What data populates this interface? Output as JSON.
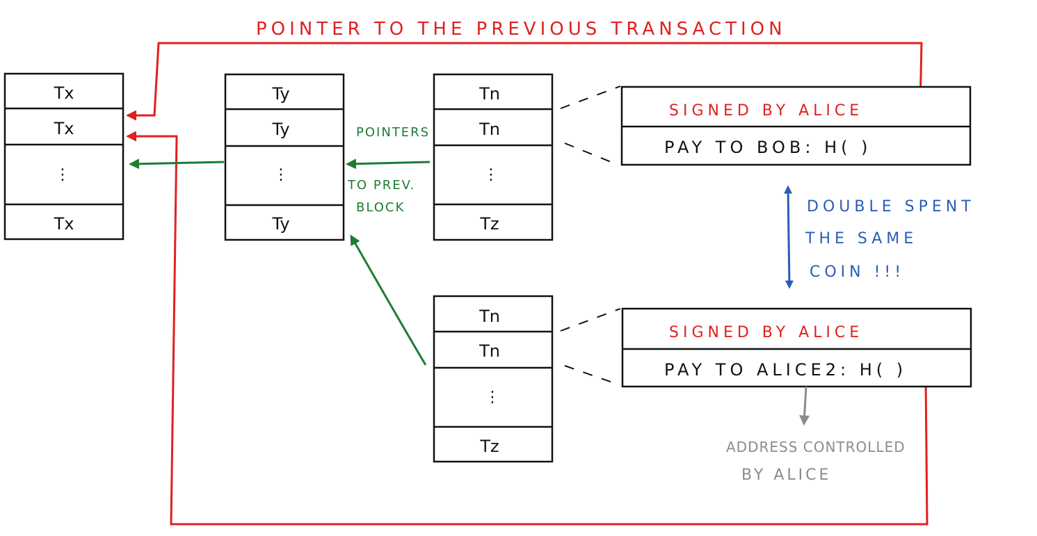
{
  "colors": {
    "red": "#e02020",
    "green": "#1e7b32",
    "blue": "#2a5cb8",
    "gray": "#8c8c8c",
    "ink": "#111111"
  },
  "title_annotation": "POINTER TO THE PREVIOUS TRANSACTION",
  "blocks": {
    "block_x": {
      "rows": [
        "Tx",
        "Tx",
        "⋮",
        "Tx"
      ]
    },
    "block_y": {
      "rows": [
        "Ty",
        "Ty",
        "⋮",
        "Ty"
      ]
    },
    "block_top": {
      "rows": [
        "Tn",
        "Tn",
        "⋮",
        "Tz"
      ]
    },
    "block_bottom": {
      "rows": [
        "Tn",
        "Tn",
        "⋮",
        "Tz"
      ]
    }
  },
  "pointer_label": {
    "line1": "POINTERS",
    "line2": "TO PREV.",
    "line3": "BLOCK"
  },
  "tx_top": {
    "signed": "SIGNED BY ALICE",
    "pay": "PAY TO BOB: H(  )"
  },
  "tx_bottom": {
    "signed": "SIGNED BY ALICE",
    "pay": "PAY TO ALICE2: H(  )"
  },
  "double_spent": {
    "line1": "DOUBLE SPENT",
    "line2": "THE SAME",
    "line3": "COIN   !!!"
  },
  "address_note": {
    "line1": "ADDRESS CONTROLLED",
    "line2": "BY ALICE"
  }
}
